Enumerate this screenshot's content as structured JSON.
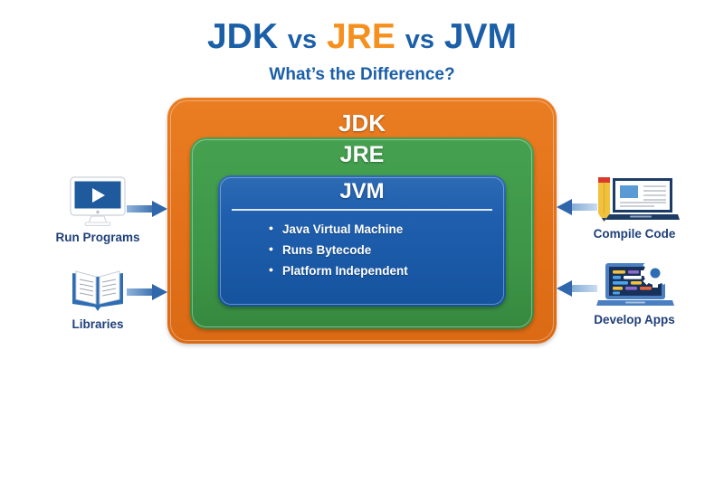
{
  "title": {
    "part1": "JDK",
    "sep1": "vs",
    "part2": "JRE",
    "sep2": "vs",
    "part3": "JVM",
    "subtitle": "What’s the Difference?"
  },
  "diagram": {
    "outer_label": "JDK",
    "middle_label": "JRE",
    "inner_label": "JVM",
    "inner_bullets": [
      "Java Virtual Machine",
      "Runs Bytecode",
      "Platform Independent"
    ]
  },
  "left_items": [
    {
      "label": "Run Programs",
      "icon": "monitor-play-icon",
      "arrow": "arrow-right-icon"
    },
    {
      "label": "Libraries",
      "icon": "open-book-icon",
      "arrow": "arrow-right-icon"
    }
  ],
  "right_items": [
    {
      "label": "Compile Code",
      "icon": "laptop-pencil-document-icon",
      "arrow": "arrow-left-icon"
    },
    {
      "label": "Develop Apps",
      "icon": "laptop-code-gear-icon",
      "arrow": "arrow-left-icon"
    }
  ],
  "colors": {
    "jdk_orange": "#E2711A",
    "jre_green": "#3E9648",
    "jvm_blue": "#1F5FAE",
    "title_blue": "#1B5FA8",
    "title_orange": "#F5901F",
    "label_navy": "#1F3F7A",
    "arrow_blue": "#2F66AC",
    "background": "#FFFFFF"
  }
}
